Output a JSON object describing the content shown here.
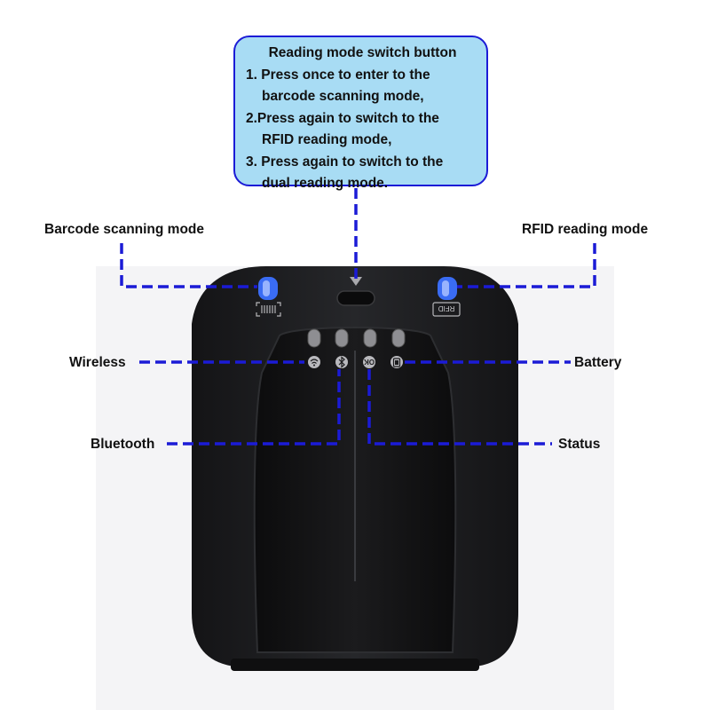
{
  "callout": {
    "title": "Reading mode switch button",
    "lines": [
      "1. Press once to enter to the",
      "barcode scanning mode,",
      "2.Press again to switch to the",
      "RFID reading mode,",
      "3. Press again to switch to the",
      "dual reading mode."
    ]
  },
  "labels": {
    "barcode": "Barcode scanning mode",
    "rfid_mode": "RFID reading mode",
    "wireless": "Wireless",
    "battery": "Battery",
    "bluetooth": "Bluetooth",
    "status": "Status"
  },
  "device": {
    "rfid_tag": "RFID",
    "ok_tag": "OK"
  },
  "colors": {
    "leader_line": "#1b1bd6",
    "callout_fill": "#a8dcf4",
    "device_body": "#1c1c1e",
    "led_blue": "#3a6cf4"
  },
  "icons": [
    "barcode-icon",
    "wifi-icon",
    "bluetooth-icon",
    "ok-icon",
    "battery-icon"
  ]
}
